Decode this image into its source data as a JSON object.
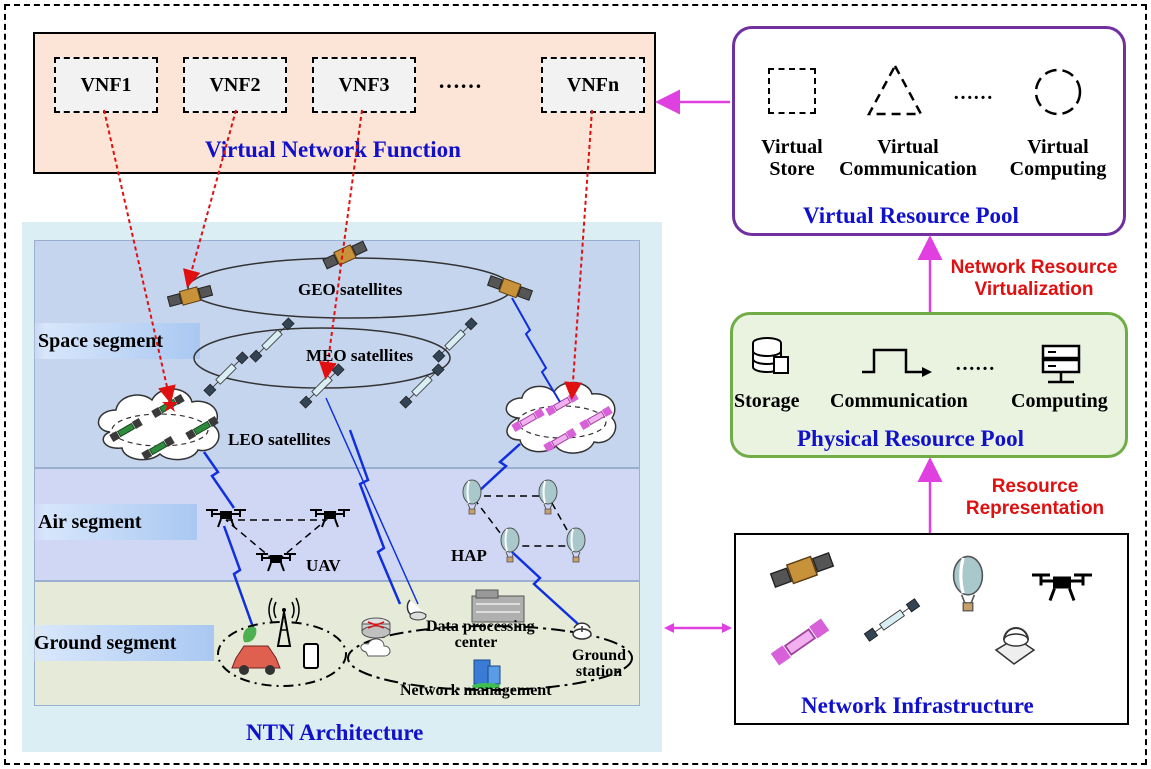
{
  "vnf": {
    "items": [
      "VNF1",
      "VNF2",
      "VNF3",
      "VNFn"
    ],
    "ellipsis": "……",
    "title": "Virtual Network Function"
  },
  "virtual_pool": {
    "items": [
      {
        "label_line1": "Virtual",
        "label_line2": "Store",
        "icon": "dashed-square-icon"
      },
      {
        "label_line1": "Virtual",
        "label_line2": "Communication",
        "icon": "dashed-triangle-icon"
      },
      {
        "label_line1": "Virtual",
        "label_line2": "Computing",
        "icon": "dashed-circle-icon"
      }
    ],
    "ellipsis": "……",
    "title": "Virtual Resource Pool"
  },
  "arrow_labels": {
    "virtualization_line1": "Network Resource",
    "virtualization_line2": "Virtualization",
    "representation_line1": "Resource",
    "representation_line2": "Representation"
  },
  "physical_pool": {
    "items": [
      {
        "label": "Storage",
        "icon": "database-icon"
      },
      {
        "label": "Communication",
        "icon": "signal-pulse-icon"
      },
      {
        "label": "Computing",
        "icon": "server-icon"
      }
    ],
    "ellipsis": "……",
    "title": "Physical Resource Pool"
  },
  "infrastructure": {
    "title": "Network Infrastructure"
  },
  "ntn": {
    "title": "NTN Architecture",
    "segments": {
      "space": "Space segment",
      "air": "Air segment",
      "ground": "Ground segment"
    },
    "labels": {
      "geo": "GEO satellites",
      "meo": "MEO satellites",
      "leo": "LEO satellites",
      "uav": "UAV",
      "hap": "HAP",
      "dpc_line1": "Data processing",
      "dpc_line2": "center",
      "gs_line1": "Ground",
      "gs_line2": "station",
      "netmgmt": "Network management"
    }
  },
  "colors": {
    "vnf_bg": "#fce4d6",
    "virtual_pool_border": "#7030a0",
    "physical_pool_border": "#70ad47",
    "physical_pool_bg": "#eaf3e0",
    "arrow_magenta": "#e040e0",
    "title_blue": "#1111cc",
    "label_red": "#e01010",
    "mapping_red": "#e01010",
    "link_blue": "#1030e0",
    "space_bg": "#c6d5ee",
    "air_bg": "#cfd7f5",
    "ground_bg": "#e6ebd9",
    "ntn_bg": "#dbeef4"
  }
}
